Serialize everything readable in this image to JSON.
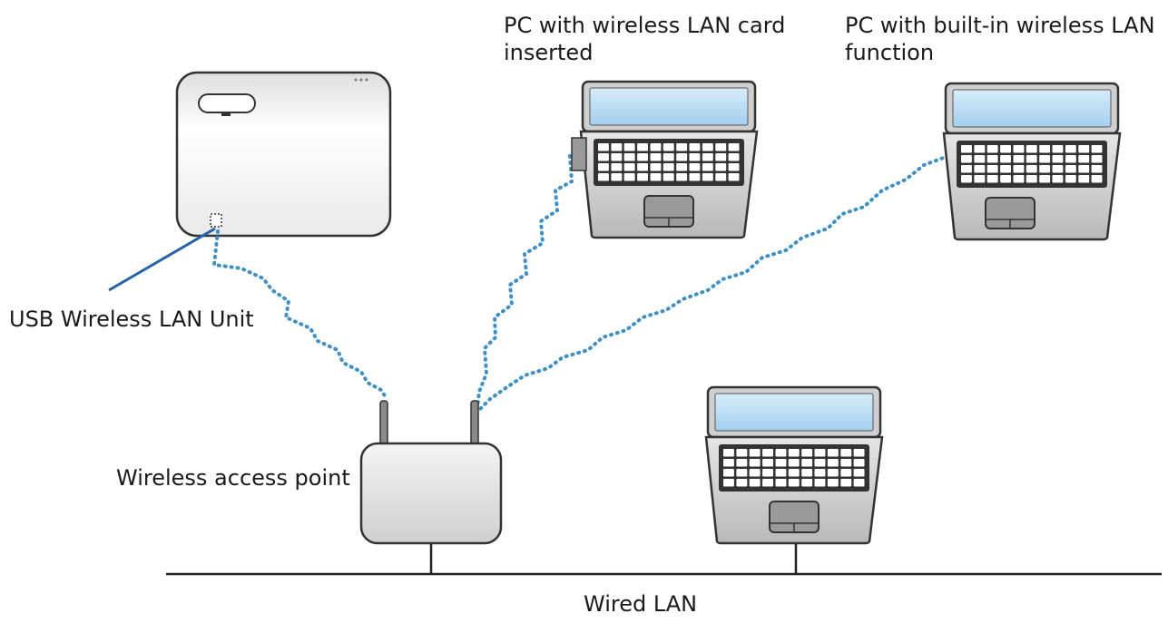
{
  "labels": {
    "usb_unit": "USB Wireless LAN Unit",
    "access_point": "Wireless access point",
    "pc_card": [
      "PC with wireless LAN card",
      "inserted"
    ],
    "pc_builtin": [
      "PC with built-in wireless LAN",
      "function"
    ],
    "wired_lan": "Wired LAN"
  },
  "colors": {
    "wireless_link": "#3d8fc7",
    "usb_cable": "#2463a8",
    "screen": "#b5d9f2",
    "device_body": "#d8d8d8",
    "outline": "#333333"
  }
}
